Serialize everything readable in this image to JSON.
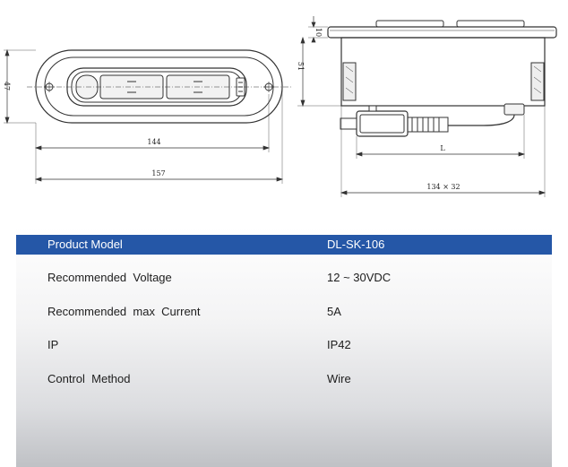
{
  "dimensions": {
    "height_front": "47",
    "inner_width": "144",
    "outer_width": "157",
    "flange_thickness": "10",
    "side_height": "51",
    "cable_length": "L",
    "cutout": "134 × 32"
  },
  "specs": {
    "header": {
      "label": "Product Model",
      "value": "DL-SK-106"
    },
    "rows": [
      {
        "label": "Recommended  Voltage",
        "value": "12 ~ 30VDC"
      },
      {
        "label": "Recommended  max  Current",
        "value": "5A"
      },
      {
        "label": "IP",
        "value": "IP42"
      },
      {
        "label": "Control  Method",
        "value": "Wire"
      }
    ]
  },
  "colors": {
    "header_bg": "#2557a7",
    "header_text": "#ffffff",
    "line": "#333333"
  }
}
